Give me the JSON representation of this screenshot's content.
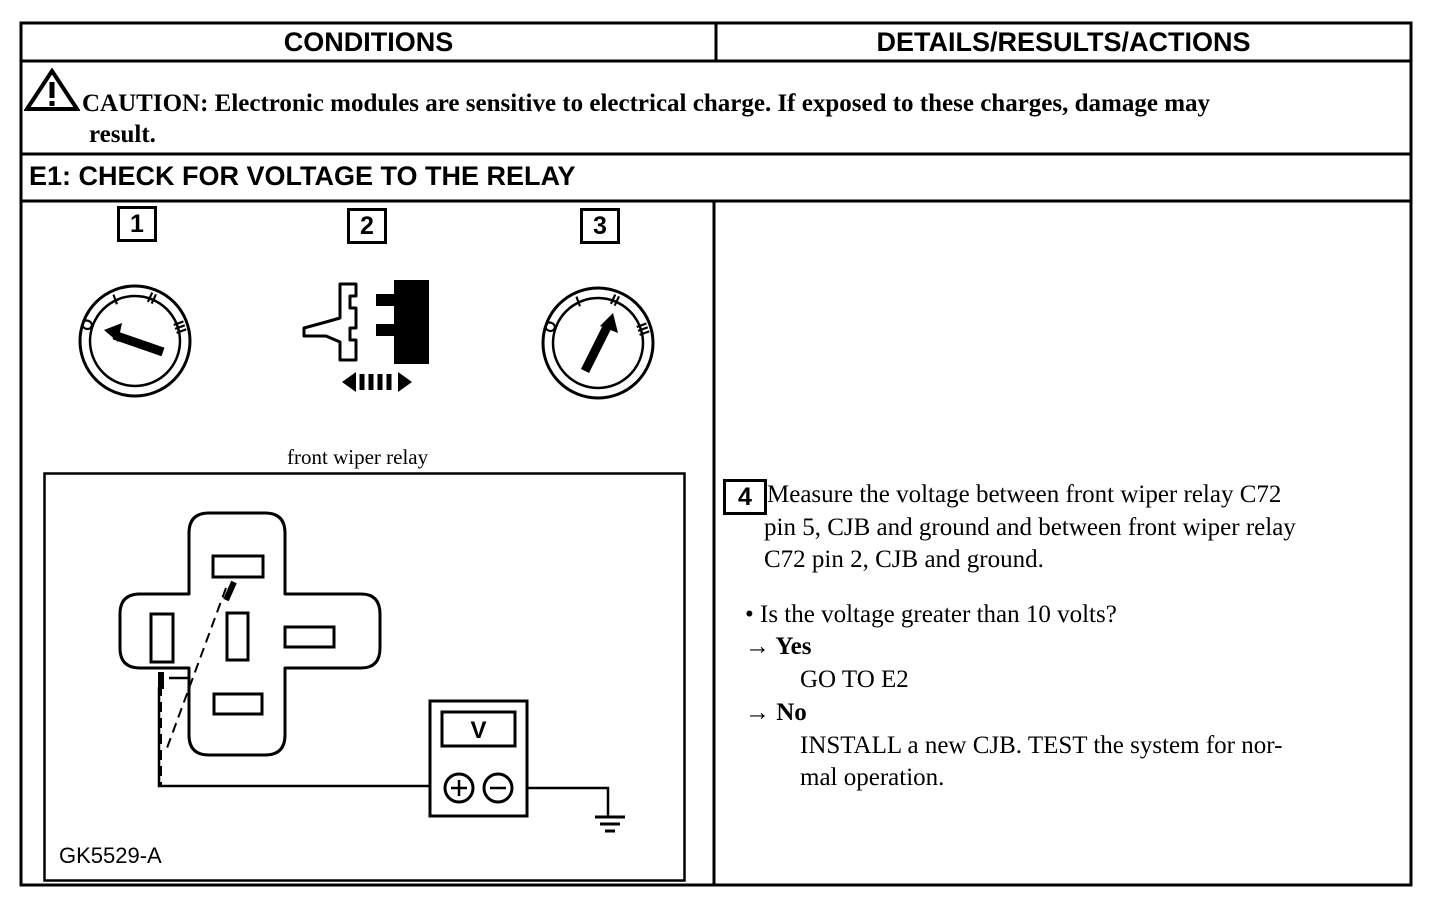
{
  "table": {
    "col_conditions": "CONDITIONS",
    "col_details": "DETAILS/RESULTS/ACTIONS"
  },
  "caution": {
    "icon": "warning-triangle-icon",
    "line1": "CAUTION: Electronic modules are sensitive to electrical charge. If exposed to these charges, damage may",
    "line2": "result."
  },
  "step": {
    "title": "E1: CHECK FOR VOLTAGE TO THE RELAY"
  },
  "figure": {
    "step_numbers": [
      "1",
      "2",
      "3"
    ],
    "caption": "front wiper relay",
    "meter_label": "V",
    "plus": "+",
    "minus": "−",
    "figure_id": "GK5529-A",
    "ignition_marks": [
      "O",
      "I",
      "II",
      "III"
    ]
  },
  "action": {
    "number": "4",
    "lines": [
      "Measure the voltage between front wiper relay C72",
      "pin 5, CJB and ground and between front wiper relay",
      "C72 pin 2, CJB and ground."
    ],
    "question": "• Is the voltage greater than 10 volts?",
    "yes_label": "→ Yes",
    "yes_action": "GO TO E2",
    "no_label": "→ No",
    "no_action_line1": "INSTALL a new CJB. TEST the system for nor-",
    "no_action_line2": "mal operation."
  }
}
